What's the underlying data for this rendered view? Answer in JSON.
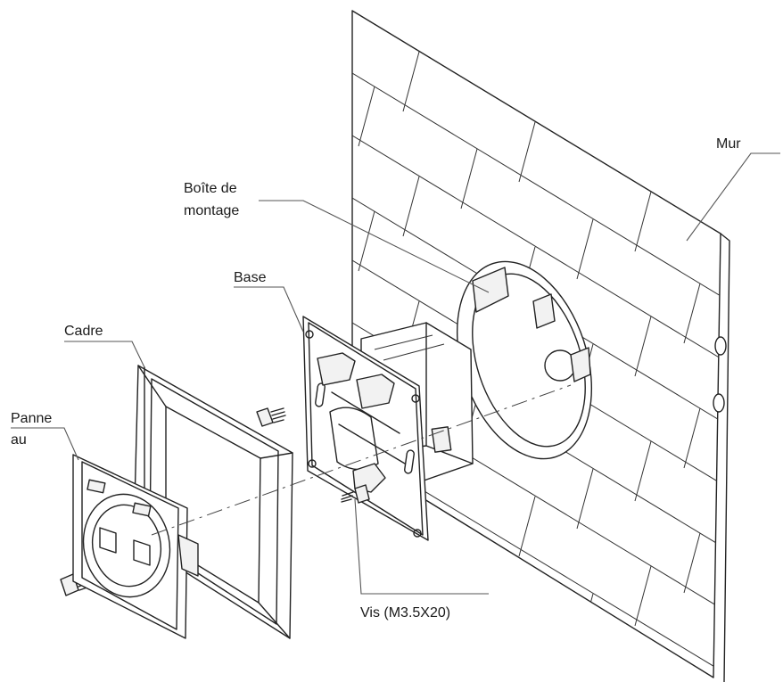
{
  "labels": {
    "wall": "Mur",
    "mounting_box_line1": "Boîte de",
    "mounting_box_line2": "montage",
    "base": "Base",
    "frame": "Cadre",
    "panel_line1": "Panne",
    "panel_line2": "au",
    "screw": "Vis (M3.5X20)"
  },
  "colors": {
    "line": "#222222",
    "background": "#ffffff"
  }
}
